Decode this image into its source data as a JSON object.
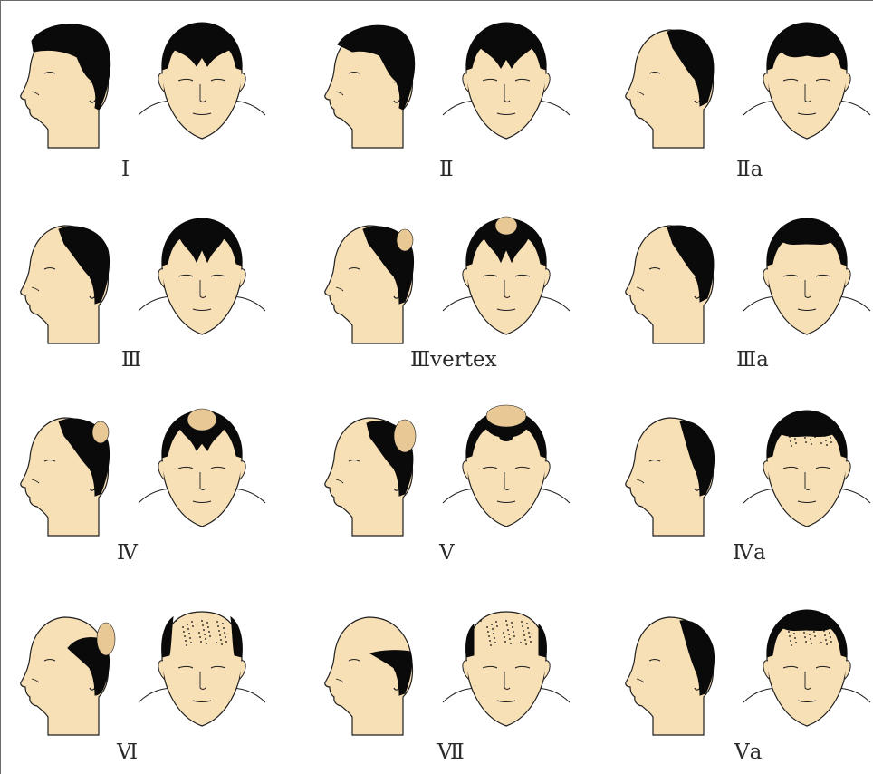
{
  "stages": [
    {
      "label": "Ⅰ",
      "side": "full",
      "front": "full"
    },
    {
      "label": "Ⅱ",
      "side": "temple",
      "front": "temple"
    },
    {
      "label": "Ⅱa",
      "side": "front",
      "front": "frontline"
    },
    {
      "label": "Ⅲ",
      "side": "deep",
      "front": "deep"
    },
    {
      "label": "Ⅲvertex",
      "side": "deep-crown",
      "front": "deep-crown"
    },
    {
      "label": "Ⅲa",
      "side": "front",
      "front": "frontline-high"
    },
    {
      "label": "Ⅳ",
      "side": "deep-crown",
      "front": "crown-island"
    },
    {
      "label": "Ⅴ",
      "side": "deep-crown-large",
      "front": "crown-island-narrow"
    },
    {
      "label": "Ⅳa",
      "side": "front-far",
      "front": "sparse-frontal"
    },
    {
      "label": "Ⅵ",
      "side": "back-only",
      "front": "wide-sparse"
    },
    {
      "label": "Ⅶ",
      "side": "horseshoe",
      "front": "horseshoe"
    },
    {
      "label": "Ⅴa",
      "side": "front-far",
      "front": "frontline-sparse"
    }
  ],
  "colors": {
    "skin": "#f7dfb6",
    "hair": "#0a0a0a",
    "line": "#1e1e1e",
    "label": "#2a2a2a"
  }
}
